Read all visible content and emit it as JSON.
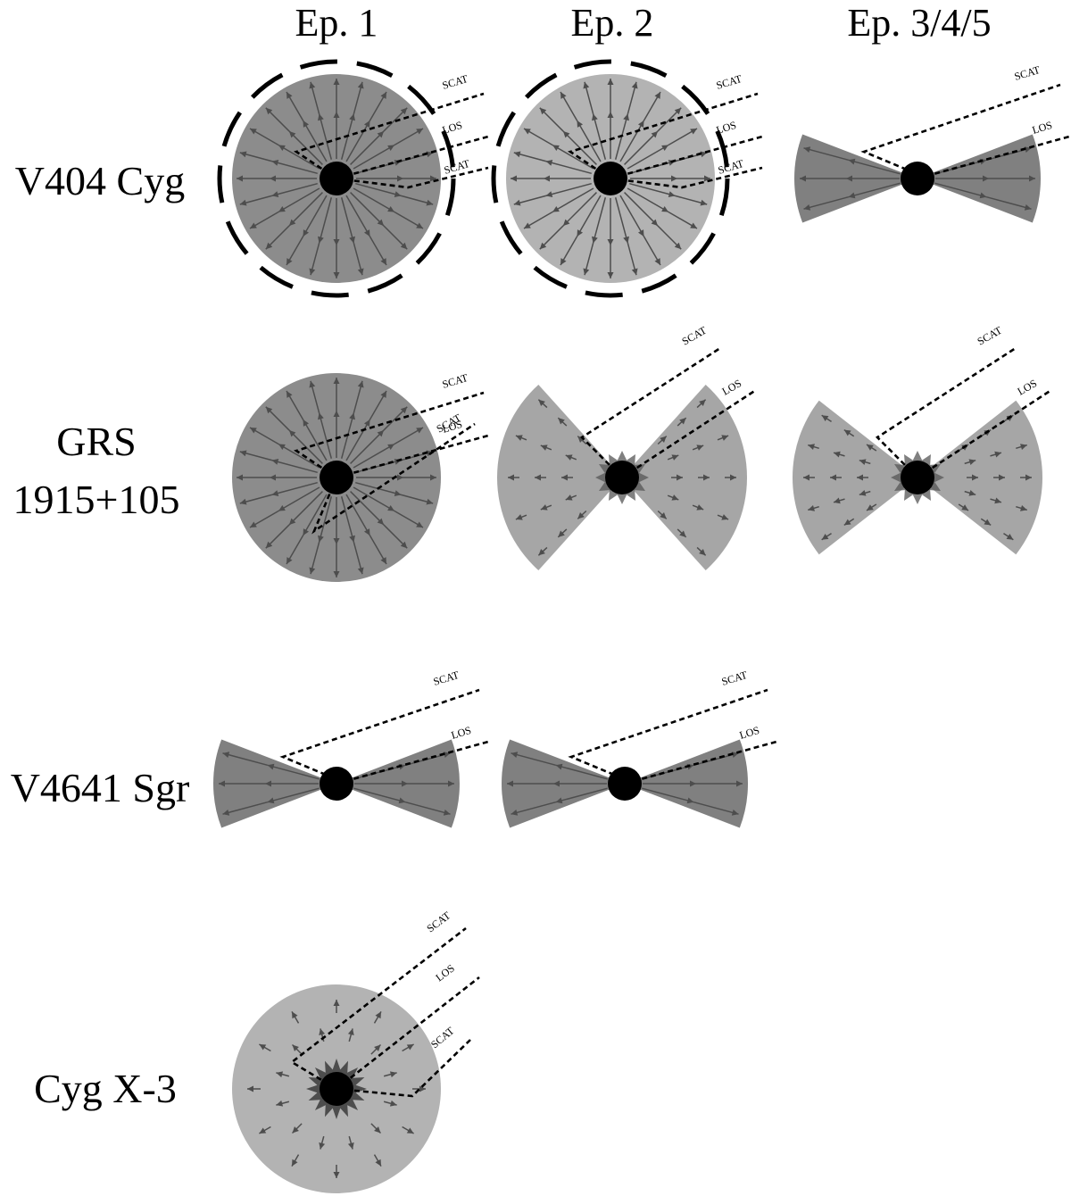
{
  "columns": [
    "Ep. 1",
    "Ep. 2",
    "Ep. 3/4/5"
  ],
  "rows": [
    {
      "label_lines": [
        "V404 Cyg"
      ],
      "panels": [
        {
          "geometry": "sphere",
          "fill": "#8c8c8c",
          "arrows": "full",
          "shell": true,
          "rays": [
            {
              "label": "SCAT",
              "kind": "scat-up"
            },
            {
              "label": "LOS",
              "kind": "los"
            },
            {
              "label": "SCAT",
              "kind": "scat-down"
            }
          ]
        },
        {
          "geometry": "sphere",
          "fill": "#b3b3b3",
          "arrows": "full",
          "shell": true,
          "rays": [
            {
              "label": "SCAT",
              "kind": "scat-up"
            },
            {
              "label": "LOS",
              "kind": "los"
            },
            {
              "label": "SCAT",
              "kind": "scat-down"
            }
          ]
        },
        {
          "geometry": "bicone-narrow",
          "fill": "#808080",
          "arrows": "full",
          "rays": [
            {
              "label": "SCAT",
              "kind": "scat-up"
            },
            {
              "label": "LOS",
              "kind": "los"
            }
          ]
        }
      ]
    },
    {
      "label_lines": [
        "GRS",
        "1915+105"
      ],
      "panels": [
        {
          "geometry": "sphere",
          "fill": "#8c8c8c",
          "arrows": "full",
          "rays": [
            {
              "label": "SCAT",
              "kind": "scat-up"
            },
            {
              "label": "LOS",
              "kind": "los"
            },
            {
              "label": "SCAT",
              "kind": "scat-down"
            }
          ]
        },
        {
          "geometry": "bicone-wide",
          "fill": "#a6a6a6",
          "arrows": "sparse",
          "rays": [
            {
              "label": "SCAT",
              "kind": "scat-up"
            },
            {
              "label": "LOS",
              "kind": "los"
            }
          ]
        },
        {
          "geometry": "bicone-medium",
          "fill": "#a6a6a6",
          "arrows": "sparse",
          "rays": [
            {
              "label": "SCAT",
              "kind": "scat-up"
            },
            {
              "label": "LOS",
              "kind": "los"
            }
          ]
        }
      ]
    },
    {
      "label_lines": [
        "V4641 Sgr"
      ],
      "panels": [
        {
          "geometry": "bicone-narrow",
          "fill": "#808080",
          "arrows": "full",
          "rays": [
            {
              "label": "SCAT",
              "kind": "scat-up"
            },
            {
              "label": "LOS",
              "kind": "los"
            }
          ]
        },
        {
          "geometry": "bicone-narrow",
          "fill": "#808080",
          "arrows": "full",
          "rays": [
            {
              "label": "SCAT",
              "kind": "scat-up"
            },
            {
              "label": "LOS",
              "kind": "los"
            }
          ]
        }
      ]
    },
    {
      "label_lines": [
        "Cyg X-3"
      ],
      "panels": [
        {
          "geometry": "sphere",
          "fill": "#b3b3b3",
          "arrows": "sparse-ring",
          "starburst": true,
          "rays": [
            {
              "label": "SCAT",
              "kind": "scat-up"
            },
            {
              "label": "LOS",
              "kind": "los"
            },
            {
              "label": "SCAT",
              "kind": "scat-down"
            }
          ]
        }
      ]
    }
  ]
}
